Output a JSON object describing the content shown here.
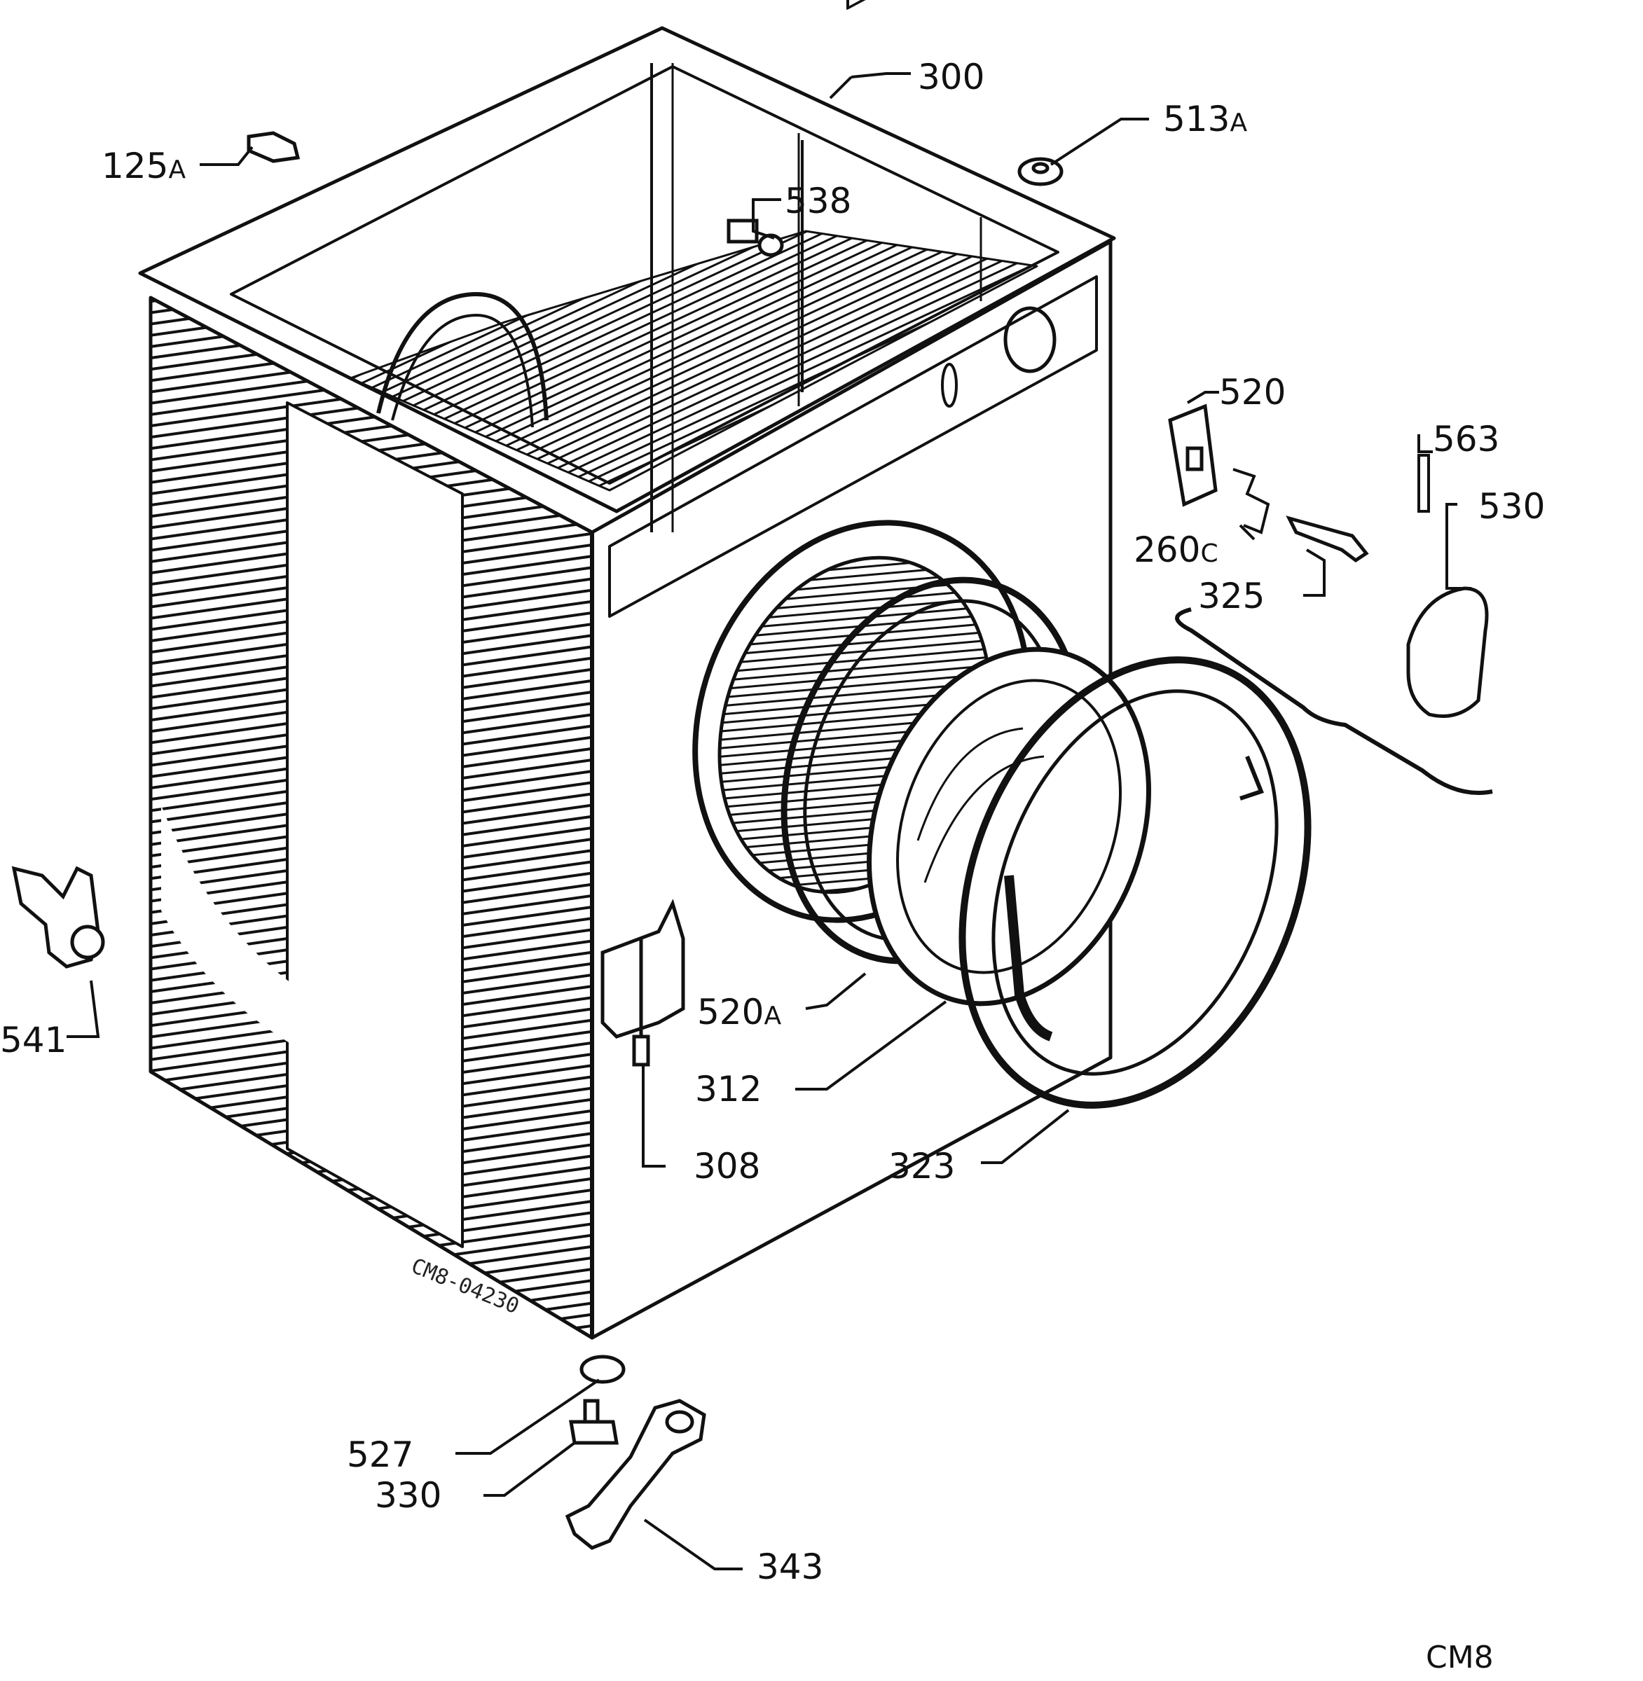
{
  "diagram": {
    "parts": [
      {
        "id": "p300",
        "number": "300",
        "suffix": ""
      },
      {
        "id": "p513",
        "number": "513",
        "suffix": "A"
      },
      {
        "id": "p125",
        "number": "125",
        "suffix": "A"
      },
      {
        "id": "p538",
        "number": "538",
        "suffix": ""
      },
      {
        "id": "p520",
        "number": "520",
        "suffix": ""
      },
      {
        "id": "p563",
        "number": "563",
        "suffix": ""
      },
      {
        "id": "p530",
        "number": "530",
        "suffix": ""
      },
      {
        "id": "p260",
        "number": "260",
        "suffix": "C"
      },
      {
        "id": "p325",
        "number": "325",
        "suffix": ""
      },
      {
        "id": "p541",
        "number": "541",
        "suffix": ""
      },
      {
        "id": "p520a",
        "number": "520",
        "suffix": "A"
      },
      {
        "id": "p312",
        "number": "312",
        "suffix": ""
      },
      {
        "id": "p308",
        "number": "308",
        "suffix": ""
      },
      {
        "id": "p323",
        "number": "323",
        "suffix": ""
      },
      {
        "id": "p527",
        "number": "527",
        "suffix": ""
      },
      {
        "id": "p330",
        "number": "330",
        "suffix": ""
      },
      {
        "id": "p343",
        "number": "343",
        "suffix": ""
      }
    ],
    "drawing_code": "CM8-04230",
    "page_code": "CM8"
  }
}
